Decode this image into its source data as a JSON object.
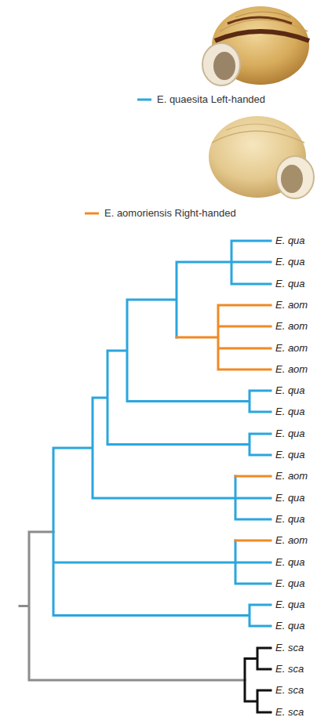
{
  "diagram": {
    "labels": [
      "E. qua",
      "E. qua",
      "E. qua",
      "E. aom",
      "E. aom",
      "E. aom",
      "E. aom",
      "E. qua",
      "E. qua",
      "E. qua",
      "E. qua",
      "E. aom",
      "E. qua",
      "E. qua",
      "E. aom",
      "E. qua",
      "E. qua",
      "E. qua",
      "E. qua",
      "E. sca",
      "E. sca",
      "E. sca",
      "E. sca"
    ],
    "legend": [
      {
        "text": "E. quaesita Left-handed"
      },
      {
        "text": "E. aomoriensis Right-handed"
      }
    ]
  }
}
